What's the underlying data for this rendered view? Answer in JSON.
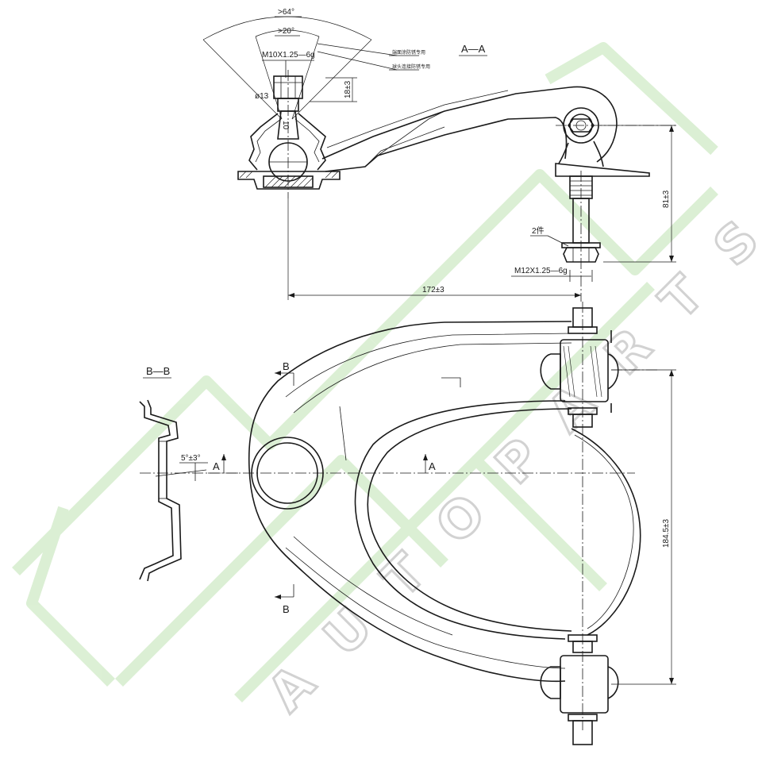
{
  "watermark": {
    "brand_text": "AUTOPARTS",
    "color": "#d8eed0"
  },
  "section_aa": {
    "title": "A—A",
    "angle_outer": ">64°",
    "angle_inner": ">20°",
    "thread_top": "M10X1.25—6g",
    "dia_13": "ø13",
    "dim_18": "18±3",
    "dim_10": "10",
    "dim_81": "81±3",
    "dim_172": "172±3",
    "thread_bolt": "M12X1.25—6g",
    "note_2": "2件",
    "note_line1": "端面涂防锈专用",
    "note_line2": "球头连接防锈专用"
  },
  "section_bb": {
    "title": "B—B",
    "angle": "5°±3°"
  },
  "plan_view": {
    "dim_184": "184.5±3",
    "mark_b": "B",
    "mark_a": "A"
  }
}
